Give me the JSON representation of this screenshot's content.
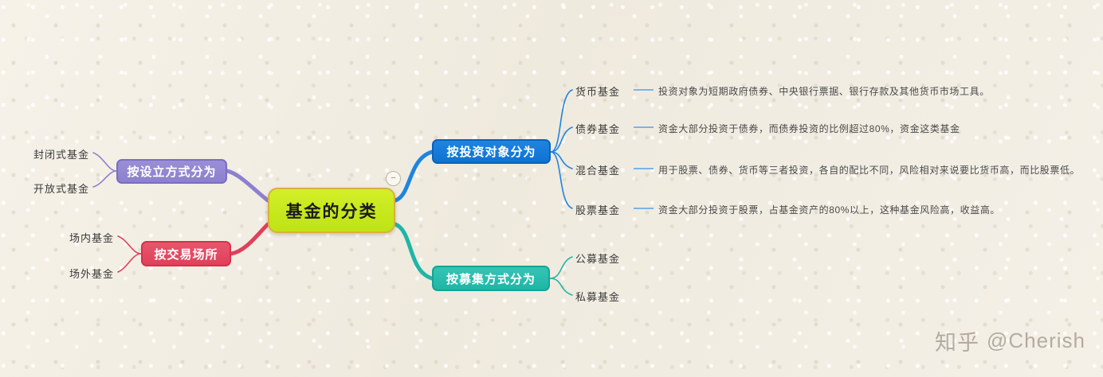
{
  "root": {
    "label": "基金的分类"
  },
  "collapse_toggle": {
    "glyph": "−"
  },
  "branches": [
    {
      "id": "establishment",
      "label": "按设立方式分为",
      "color": "#8d80cf",
      "leaves": [
        {
          "label": "封闭式基金",
          "desc": ""
        },
        {
          "label": "开放式基金",
          "desc": ""
        }
      ]
    },
    {
      "id": "venue",
      "label": "按交易场所",
      "color": "#e0405a",
      "leaves": [
        {
          "label": "场内基金",
          "desc": ""
        },
        {
          "label": "场外基金",
          "desc": ""
        }
      ]
    },
    {
      "id": "investment-object",
      "label": "按投资对象分为",
      "color": "#0f72d2",
      "leaves": [
        {
          "label": "货币基金",
          "desc": "投资对象为短期政府债券、中央银行票据、银行存款及其他货币市场工具。"
        },
        {
          "label": "债券基金",
          "desc": "资金大部分投资于债券，而债券投资的比例超过80%，资金这类基金"
        },
        {
          "label": "混合基金",
          "desc": "用于股票、债券、货币等三者投资，各自的配比不同，风险相对来说要比货币高，而比股票低。"
        },
        {
          "label": "股票基金",
          "desc": "资金大部分投资于股票，占基金资产的80%以上，这种基金风险高，收益高。"
        }
      ]
    },
    {
      "id": "raising-method",
      "label": "按募集方式分为",
      "color": "#1fb6a6",
      "leaves": [
        {
          "label": "公募基金",
          "desc": ""
        },
        {
          "label": "私募基金",
          "desc": ""
        }
      ]
    }
  ],
  "watermark": {
    "site": "知乎",
    "handle": "@Cherish"
  }
}
